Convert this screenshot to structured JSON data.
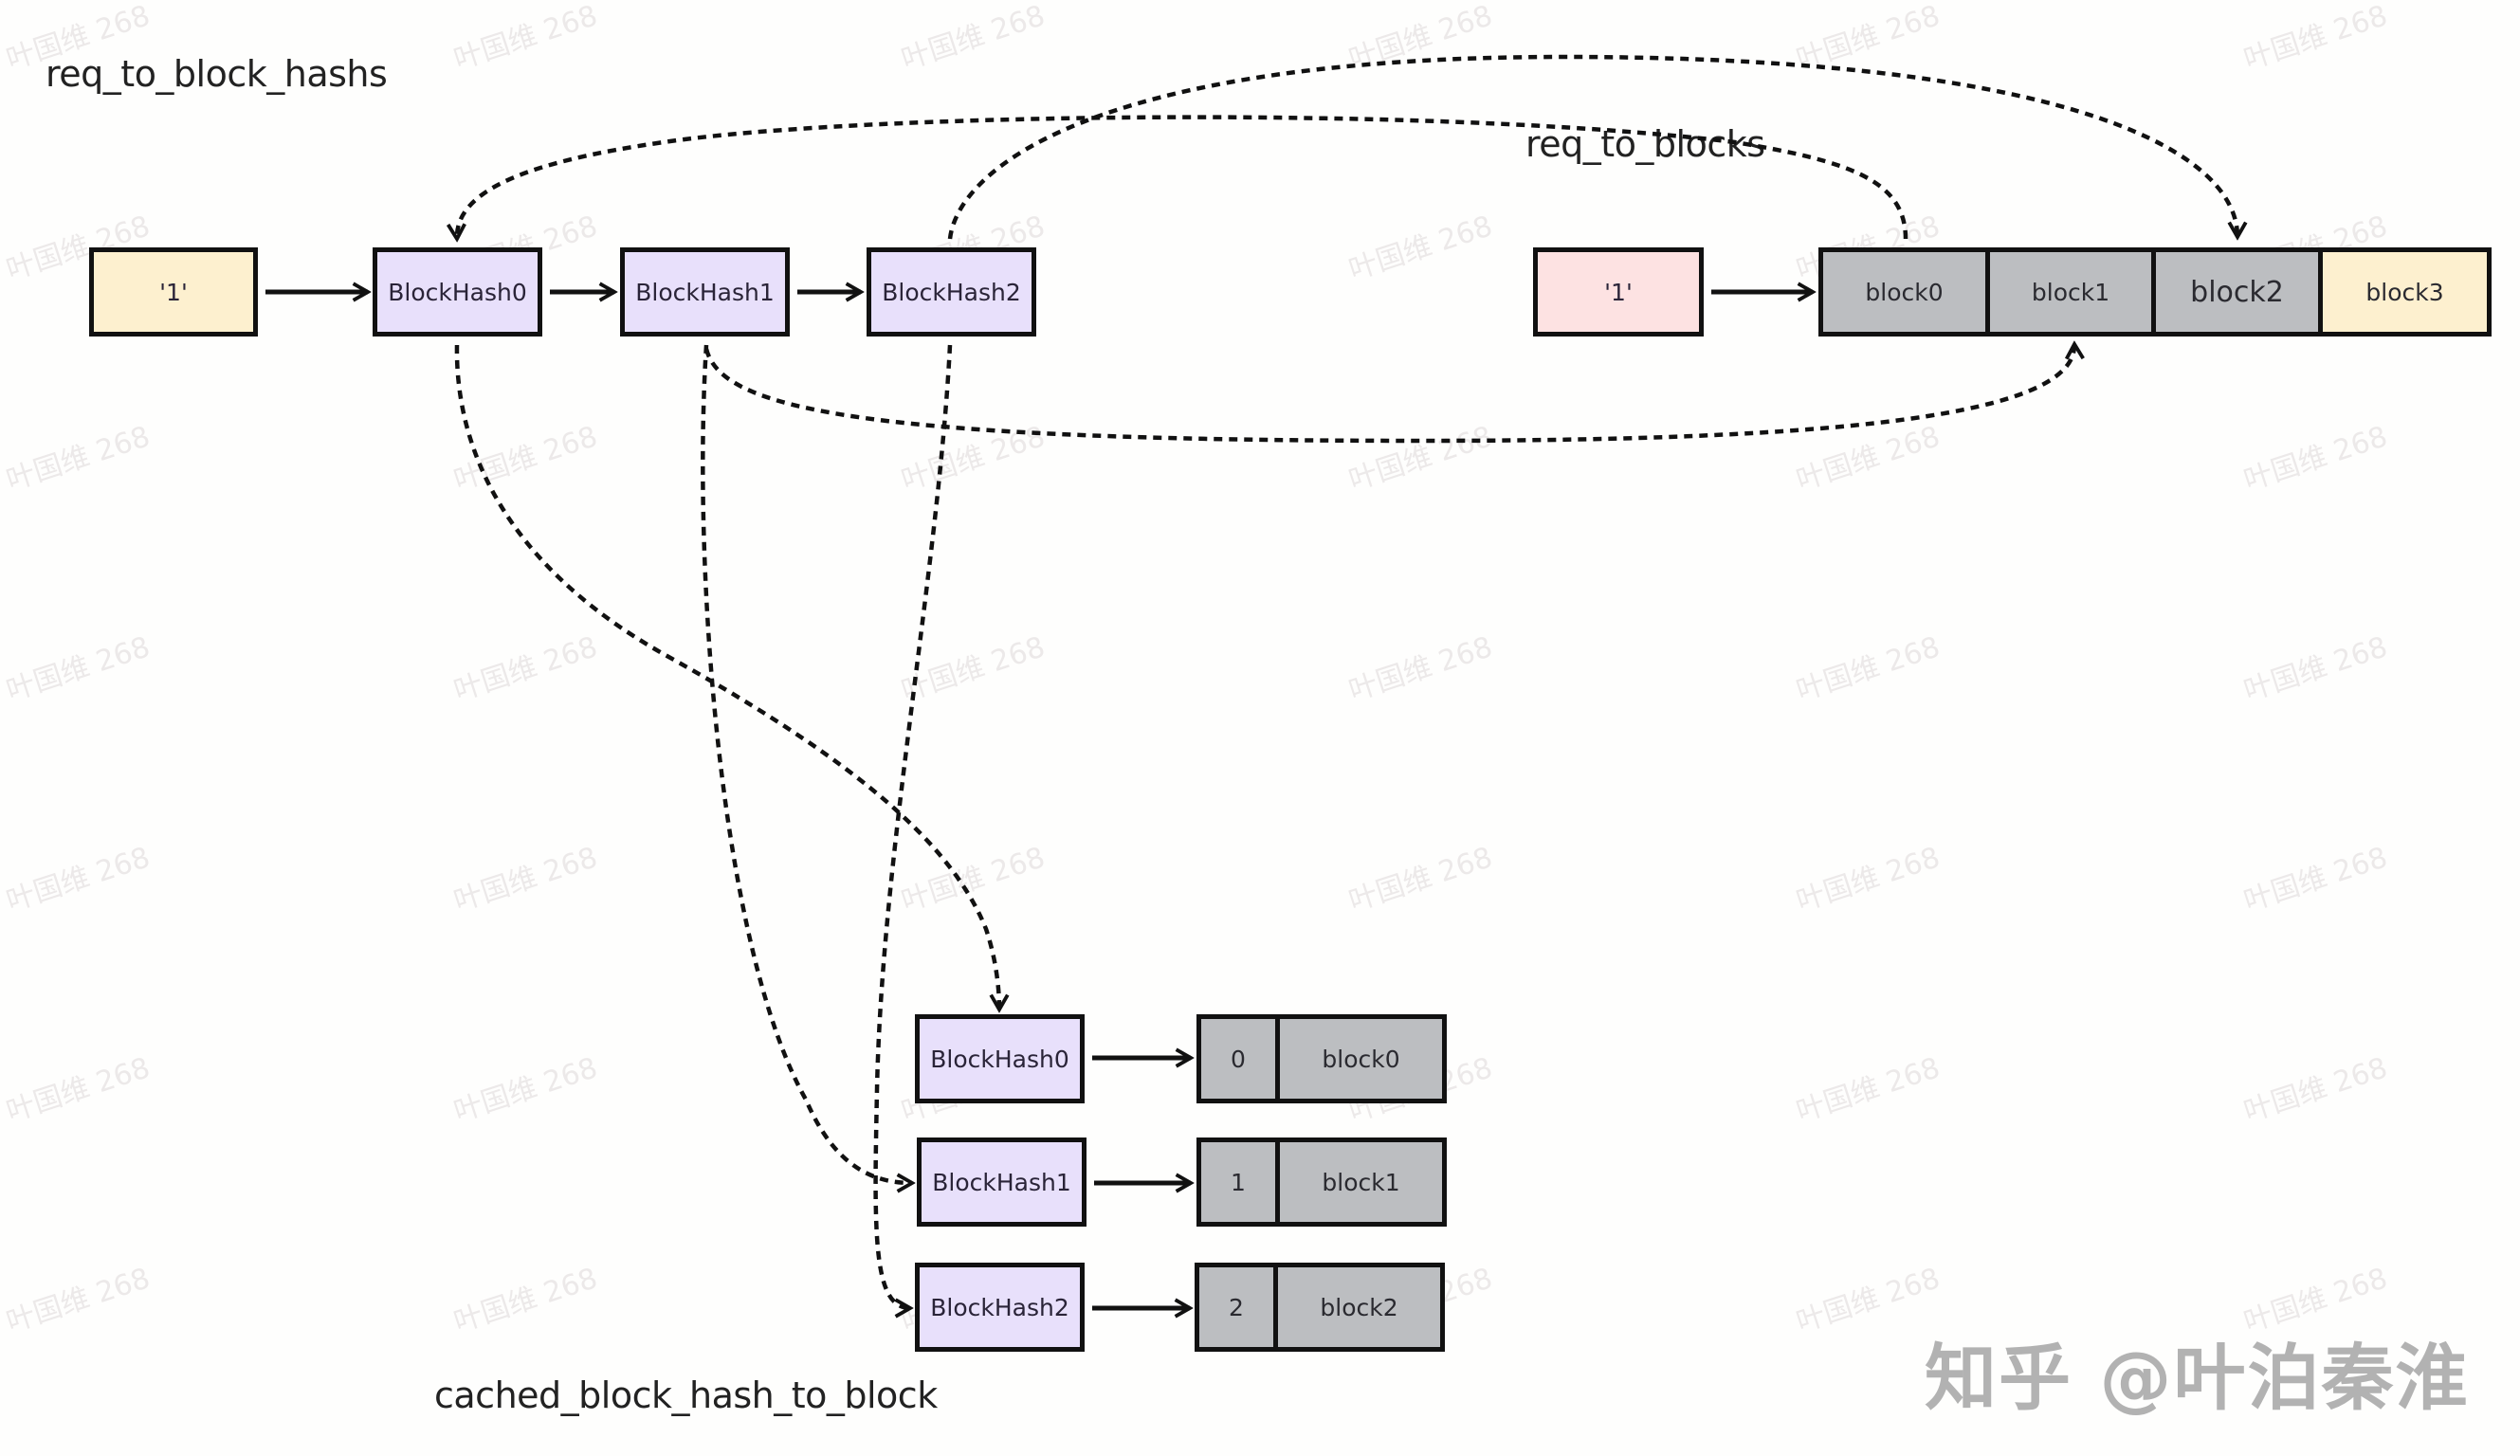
{
  "labels": {
    "req_to_block_hashs": "req_to_block_hashs",
    "req_to_blocks": "req_to_blocks",
    "cached_block_hash_to_block": "cached_block_hash_to_block"
  },
  "req_to_block_hashs": {
    "key": "'1'",
    "hashes": [
      "BlockHash0",
      "BlockHash1",
      "BlockHash2"
    ]
  },
  "req_to_blocks": {
    "key": "'1'",
    "blocks": [
      "block0",
      "block1",
      "block2",
      "block3"
    ]
  },
  "cached_block_hash_to_block": {
    "rows": [
      {
        "hash": "BlockHash0",
        "index": "0",
        "block": "block0"
      },
      {
        "hash": "BlockHash1",
        "index": "1",
        "block": "block1"
      },
      {
        "hash": "BlockHash2",
        "index": "2",
        "block": "block2"
      }
    ]
  },
  "colors": {
    "key_left": "#fdf0cf",
    "hash": "#e8e0fb",
    "key_right": "#fde2e2",
    "block_cached": "#bcbec1",
    "block_new": "#fdf0cf"
  },
  "watermark": "叶国维 268",
  "logo": "知乎 @叶泊秦淮"
}
